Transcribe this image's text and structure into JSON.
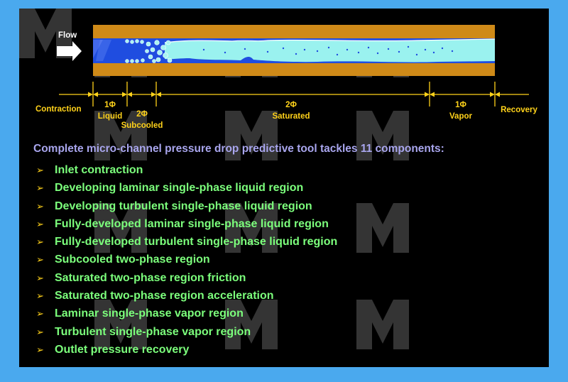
{
  "diagram": {
    "flow_label": "Flow",
    "regions": [
      {
        "phase": "",
        "name": "Contraction"
      },
      {
        "phase": "1Φ",
        "name": "Liquid"
      },
      {
        "phase": "2Φ",
        "name": "Subcooled"
      },
      {
        "phase": "2Φ",
        "name": "Saturated"
      },
      {
        "phase": "1Φ",
        "name": "Vapor"
      },
      {
        "phase": "",
        "name": "Recovery"
      }
    ]
  },
  "heading": "Complete micro-channel pressure drop predictive tool tackles 11 components:",
  "components": [
    "Inlet contraction",
    "Developing laminar single-phase liquid region",
    "Developing turbulent single-phase liquid region",
    "Fully-developed laminar single-phase liquid region",
    "Fully-developed turbulent single-phase liquid region",
    "Subcooled two-phase region",
    "Saturated two-phase region friction",
    "Saturated two-phase region acceleration",
    "Laminar single-phase vapor region",
    "Turbulent single-phase vapor region",
    "Outlet pressure recovery"
  ],
  "colors": {
    "page_background": "#4aa9ee",
    "slide_background": "#000000",
    "channel_wall": "#cf8a18",
    "liquid": "#1f4de0",
    "vapor": "#9af2ef",
    "dimension_lines": "#ffd21a",
    "heading_text": "#a9a6ee",
    "bullet_text": "#7cff7c",
    "bullet_marker": "#ffd21a"
  },
  "icons": {
    "flow_arrow": "arrow-right-icon",
    "bullet": "arrowhead-bullet-icon"
  }
}
